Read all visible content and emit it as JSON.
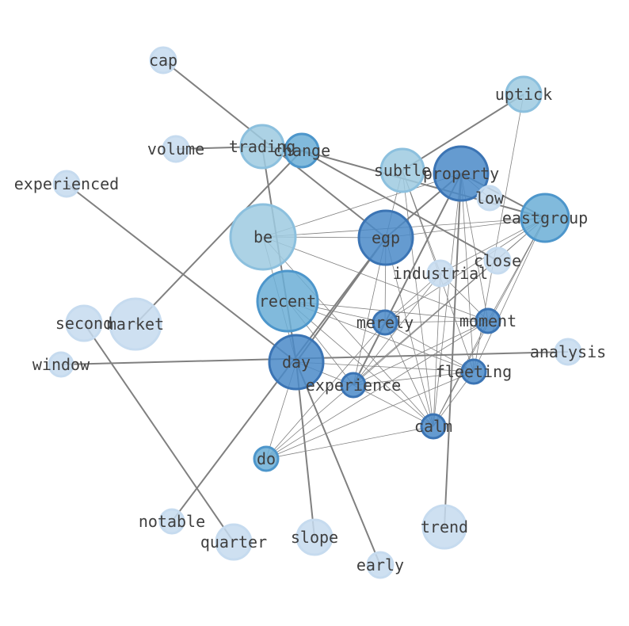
{
  "graph": {
    "nodes": [
      {
        "id": "cap",
        "label": "cap",
        "level": 1
      },
      {
        "id": "uptick",
        "label": "uptick",
        "level": 2
      },
      {
        "id": "trading",
        "label": "trading",
        "level": 2
      },
      {
        "id": "change",
        "label": "change",
        "level": 3
      },
      {
        "id": "volume",
        "label": "volume",
        "level": 1
      },
      {
        "id": "subtle",
        "label": "subtle",
        "level": 2
      },
      {
        "id": "property",
        "label": "property",
        "level": 4
      },
      {
        "id": "low",
        "label": "low",
        "level": 1
      },
      {
        "id": "eastgroup",
        "label": "eastgroup",
        "level": 3
      },
      {
        "id": "experienced",
        "label": "experienced",
        "level": 1
      },
      {
        "id": "be",
        "label": "be",
        "level": 2
      },
      {
        "id": "egp",
        "label": "egp",
        "level": 4
      },
      {
        "id": "close",
        "label": "close",
        "level": 1
      },
      {
        "id": "industrial",
        "label": "industrial",
        "level": 1
      },
      {
        "id": "recent",
        "label": "recent",
        "level": 3
      },
      {
        "id": "second",
        "label": "second",
        "level": 1
      },
      {
        "id": "market",
        "label": "market",
        "level": 1
      },
      {
        "id": "merely",
        "label": "merely",
        "level": 4
      },
      {
        "id": "moment",
        "label": "moment",
        "level": 4
      },
      {
        "id": "window",
        "label": "window",
        "level": 1
      },
      {
        "id": "day",
        "label": "day",
        "level": 4
      },
      {
        "id": "analysis",
        "label": "analysis",
        "level": 1
      },
      {
        "id": "fleeting",
        "label": "fleeting",
        "level": 4
      },
      {
        "id": "experience",
        "label": "experience",
        "level": 4
      },
      {
        "id": "calm",
        "label": "calm",
        "level": 4
      },
      {
        "id": "do",
        "label": "do",
        "level": 3
      },
      {
        "id": "notable",
        "label": "notable",
        "level": 1
      },
      {
        "id": "quarter",
        "label": "quarter",
        "level": 1
      },
      {
        "id": "slope",
        "label": "slope",
        "level": 1
      },
      {
        "id": "trend",
        "label": "trend",
        "level": 1
      },
      {
        "id": "early",
        "label": "early",
        "level": 1
      }
    ],
    "edges": [
      {
        "source": "cap",
        "target": "egp",
        "weight": "strong"
      },
      {
        "source": "volume",
        "target": "trading",
        "weight": "strong"
      },
      {
        "source": "trading",
        "target": "change",
        "weight": "strong"
      },
      {
        "source": "trading",
        "target": "day",
        "weight": "strong"
      },
      {
        "source": "change",
        "target": "eastgroup",
        "weight": "strong"
      },
      {
        "source": "change",
        "target": "market",
        "weight": "strong"
      },
      {
        "source": "change",
        "target": "close",
        "weight": "strong"
      },
      {
        "source": "uptick",
        "target": "subtle",
        "weight": "strong"
      },
      {
        "source": "uptick",
        "target": "fleeting",
        "weight": "weak"
      },
      {
        "source": "property",
        "target": "eastgroup",
        "weight": "strong"
      },
      {
        "source": "property",
        "target": "egp",
        "weight": "strong"
      },
      {
        "source": "property",
        "target": "experience",
        "weight": "strong"
      },
      {
        "source": "property",
        "target": "trend",
        "weight": "strong"
      },
      {
        "source": "egp",
        "target": "day",
        "weight": "strong"
      },
      {
        "source": "egp",
        "target": "notable",
        "weight": "strong"
      },
      {
        "source": "experienced",
        "target": "day",
        "weight": "strong"
      },
      {
        "source": "second",
        "target": "quarter",
        "weight": "strong"
      },
      {
        "source": "window",
        "target": "analysis",
        "weight": "strong"
      },
      {
        "source": "day",
        "target": "slope",
        "weight": "strong"
      },
      {
        "source": "day",
        "target": "early",
        "weight": "strong"
      },
      {
        "source": "be",
        "target": "eastgroup",
        "weight": "weak"
      },
      {
        "source": "be",
        "target": "egp",
        "weight": "weak"
      },
      {
        "source": "be",
        "target": "property",
        "weight": "weak"
      },
      {
        "source": "be",
        "target": "moment",
        "weight": "weak"
      },
      {
        "source": "be",
        "target": "calm",
        "weight": "weak"
      },
      {
        "source": "egp",
        "target": "eastgroup",
        "weight": "weak"
      },
      {
        "source": "egp",
        "target": "merely",
        "weight": "weak"
      },
      {
        "source": "egp",
        "target": "experience",
        "weight": "weak"
      },
      {
        "source": "egp",
        "target": "calm",
        "weight": "weak"
      },
      {
        "source": "subtle",
        "target": "egp",
        "weight": "weak"
      },
      {
        "source": "subtle",
        "target": "calm",
        "weight": "weak"
      },
      {
        "source": "subtle",
        "target": "fleeting",
        "weight": "weak"
      },
      {
        "source": "subtle",
        "target": "industrial",
        "weight": "weak"
      },
      {
        "source": "property",
        "target": "calm",
        "weight": "weak"
      },
      {
        "source": "property",
        "target": "fleeting",
        "weight": "weak"
      },
      {
        "source": "property",
        "target": "moment",
        "weight": "weak"
      },
      {
        "source": "property",
        "target": "low",
        "weight": "weak"
      },
      {
        "source": "eastgroup",
        "target": "merely",
        "weight": "weak"
      },
      {
        "source": "eastgroup",
        "target": "moment",
        "weight": "weak"
      },
      {
        "source": "eastgroup",
        "target": "fleeting",
        "weight": "weak"
      },
      {
        "source": "eastgroup",
        "target": "experience",
        "weight": "weak"
      },
      {
        "source": "eastgroup",
        "target": "calm",
        "weight": "weak"
      },
      {
        "source": "eastgroup",
        "target": "do",
        "weight": "weak"
      },
      {
        "source": "recent",
        "target": "merely",
        "weight": "weak"
      },
      {
        "source": "recent",
        "target": "moment",
        "weight": "weak"
      },
      {
        "source": "recent",
        "target": "fleeting",
        "weight": "weak"
      },
      {
        "source": "recent",
        "target": "calm",
        "weight": "weak"
      },
      {
        "source": "recent",
        "target": "experience",
        "weight": "weak"
      },
      {
        "source": "merely",
        "target": "moment",
        "weight": "weak"
      },
      {
        "source": "merely",
        "target": "calm",
        "weight": "weak"
      },
      {
        "source": "merely",
        "target": "do",
        "weight": "weak"
      },
      {
        "source": "merely",
        "target": "fleeting",
        "weight": "weak"
      },
      {
        "source": "moment",
        "target": "experience",
        "weight": "weak"
      },
      {
        "source": "moment",
        "target": "calm",
        "weight": "weak"
      },
      {
        "source": "moment",
        "target": "do",
        "weight": "weak"
      },
      {
        "source": "fleeting",
        "target": "experience",
        "weight": "weak"
      },
      {
        "source": "fleeting",
        "target": "calm",
        "weight": "weak"
      },
      {
        "source": "fleeting",
        "target": "day",
        "weight": "weak"
      },
      {
        "source": "experience",
        "target": "calm",
        "weight": "weak"
      },
      {
        "source": "experience",
        "target": "day",
        "weight": "weak"
      },
      {
        "source": "do",
        "target": "calm",
        "weight": "weak"
      },
      {
        "source": "do",
        "target": "fleeting",
        "weight": "weak"
      },
      {
        "source": "do",
        "target": "day",
        "weight": "weak"
      },
      {
        "source": "industrial",
        "target": "merely",
        "weight": "weak"
      },
      {
        "source": "industrial",
        "target": "calm",
        "weight": "weak"
      },
      {
        "source": "industrial",
        "target": "experience",
        "weight": "weak"
      },
      {
        "source": "industrial",
        "target": "moment",
        "weight": "weak"
      },
      {
        "source": "be",
        "target": "day",
        "weight": "weak"
      },
      {
        "source": "eastgroup",
        "target": "industrial",
        "weight": "weak"
      }
    ]
  },
  "colors": {
    "edge": "#808080",
    "label": "#3f3f3f",
    "level_fill": [
      "#c6dbef",
      "#9ecae1",
      "#6baed6",
      "#4a89c8"
    ],
    "level_stroke": [
      "#c6dbef",
      "#8cc0de",
      "#4d96cb",
      "#3b74b4"
    ]
  }
}
